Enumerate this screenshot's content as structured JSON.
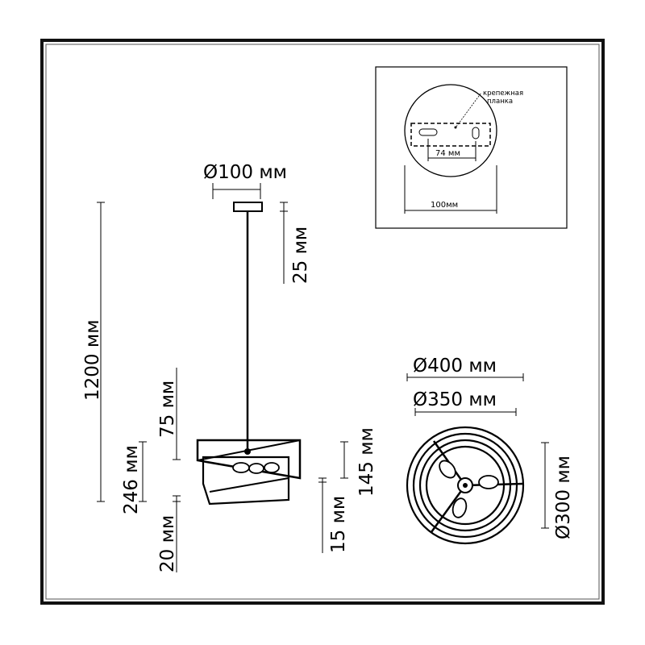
{
  "main_view": {
    "canopy_diameter": "Ø100 мм",
    "canopy_height": "25 мм",
    "total_height": "1200 мм",
    "upper_part": "75 мм",
    "shade_height": "246 мм",
    "bottom_offset": "20 мм",
    "inner_height": "145 мм",
    "inner_offset": "15 мм"
  },
  "bottom_view": {
    "outer_diameter": "Ø400 мм",
    "middle_diameter": "Ø350 мм",
    "inner_diameter": "Ø300 мм"
  },
  "mount_detail": {
    "bracket_label_line1": "крепежная",
    "bracket_label_line2": "планка",
    "hole_spacing": "74 мм",
    "base_diameter": "100мм"
  }
}
